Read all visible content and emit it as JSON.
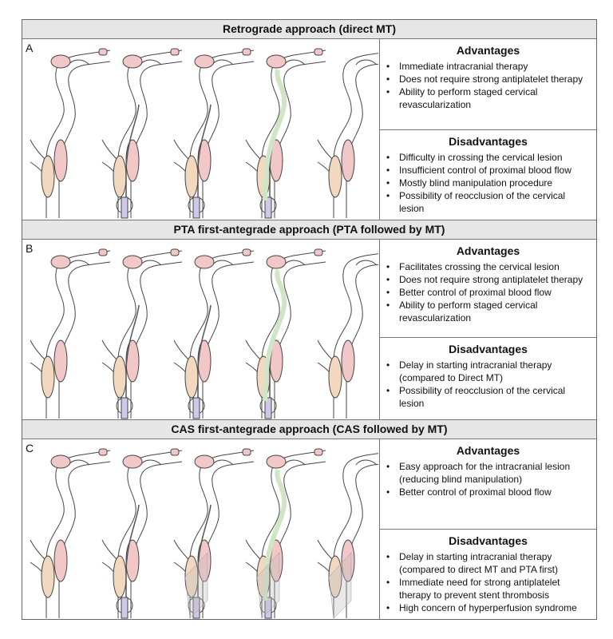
{
  "sections": [
    {
      "letter": "A",
      "title": "Retrograde approach (direct MT)",
      "advantages_heading": "Advantages",
      "advantages": [
        "Immediate intracranial therapy",
        "Does not require strong antiplatelet therapy",
        "Ability to perform staged cervical revascularization"
      ],
      "disadvantages_heading": "Disadvantages",
      "disadvantages": [
        "Difficulty in crossing the cervical lesion",
        "Insufficient control of proximal blood flow",
        "Mostly blind manipulation procedure",
        "Possibility of reocclusion of the cervical lesion"
      ]
    },
    {
      "letter": "B",
      "title": "PTA first-antegrade approach (PTA followed by MT)",
      "advantages_heading": "Advantages",
      "advantages": [
        "Facilitates crossing the cervical lesion",
        "Does not require strong antiplatelet therapy",
        "Better control of proximal blood flow",
        "Ability to perform staged cervical revascularization"
      ],
      "disadvantages_heading": "Disadvantages",
      "disadvantages": [
        "Delay in starting intracranial therapy (compared to Direct MT)",
        "Possibility of reocclusion of the cervical lesion"
      ]
    },
    {
      "letter": "C",
      "title": "CAS first-antegrade approach (CAS followed by MT)",
      "advantages_heading": "Advantages",
      "advantages": [
        "Easy approach for the intracranial lesion (reducing blind manipulation)",
        "Better control of proximal blood flow"
      ],
      "disadvantages_heading": "Disadvantages",
      "disadvantages": [
        "Delay in starting intracranial therapy (compared to direct MT and PTA first)",
        "Immediate need for strong antiplatelet therapy to prevent stent thrombosis",
        "High concern of hyperperfusion syndrome"
      ]
    }
  ],
  "colors": {
    "intracranial_occlusion": "#f2c7c7",
    "cervical_lesion": "#f3d8c0",
    "stent_retriever": "#cfe6c6",
    "balloon_catheter": "#cfc8ea",
    "stent_hatch": "#bdbdbd"
  }
}
